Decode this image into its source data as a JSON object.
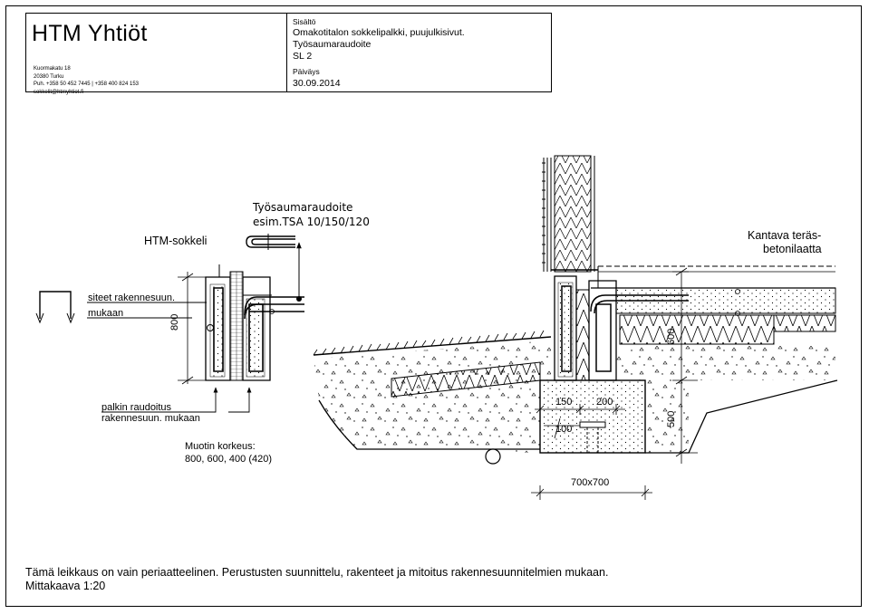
{
  "company": {
    "name": "HTM Yhtiöt",
    "address_lines": [
      "Kuormakatu 18",
      "20380 Turku",
      "Puh. +358 50 452 7445 | +358 400 824 153",
      "sokkelit@htmyhtiot.fi"
    ]
  },
  "title_block": {
    "content_label": "Sisältö",
    "content_lines": [
      "Omakotitalon sokkelipalkki, puujulkisivut.",
      "Työsaumaraudoite",
      "SL 2"
    ],
    "date_label": "Päiväys",
    "date": "30.09.2014"
  },
  "annotations": {
    "tsa_title": "Työsaumaraudoite",
    "tsa_example": "esim.TSA  10/150/120",
    "htm_sokkeli": "HTM-sokkeli",
    "kantava_1": "Kantava teräs-",
    "kantava_2": "betonilaatta",
    "siteet_1": "siteet rakennesuun.",
    "siteet_2": "mukaan",
    "palkin_1": "palkin raudoitus",
    "palkin_2": "rakennesuun. mukaan",
    "muotin_1": "Muotin korkeus:",
    "muotin_2": "800, 600, 400 (420)"
  },
  "dimensions": {
    "height_800": "800",
    "slab_600": "600",
    "footing_500": "500",
    "d150": "150",
    "d200": "200",
    "d100": "100",
    "width_700": "700x700"
  },
  "footer": {
    "line1": "Tämä leikkaus on vain periaatteelinen. Perustusten suunnittelu, rakenteet ja mitoitus rakennesuunnitelmien mukaan.",
    "line2": "Mittakaava 1:20"
  }
}
